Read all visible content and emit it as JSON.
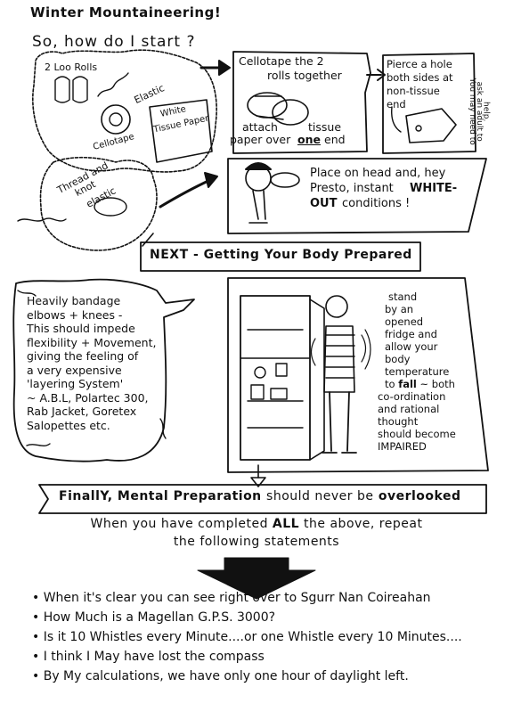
{
  "title": "Winter Mountaineering!",
  "question": "So, how do I start ?",
  "step1": {
    "lines": [
      "2 Loo Rolls",
      "Elastic",
      "Cellotape",
      "White",
      "Tissue Paper"
    ]
  },
  "step2": {
    "lines": [
      "Cellotape the 2",
      "rolls together",
      "attach",
      "tissue",
      "paper over",
      "one",
      "end"
    ]
  },
  "step3": {
    "lines": [
      "Pierce a hole",
      "both sides at",
      "non-tissue",
      "end"
    ],
    "side_note": [
      "You may need to",
      "ask an adult to",
      "help."
    ]
  },
  "step4": {
    "lines": [
      "Thread and",
      "knot",
      "elastic"
    ]
  },
  "step5": {
    "lines": [
      "Place on head and, hey",
      "Presto, instant",
      "WHITE-",
      "OUT",
      "conditions !"
    ]
  },
  "next": "NEXT - Getting Your Body Prepared",
  "body_prep": {
    "lines": [
      "Heavily bandage",
      "elbows + knees -",
      "This should impede",
      "flexibility + Movement,",
      "giving the feeling of",
      "a very expensive",
      "'layering System'",
      "~ A.B.L, Polartec 300,",
      "Rab Jacket, Goretex",
      "Salopettes etc."
    ]
  },
  "fridge": {
    "lines": [
      "stand",
      "by an",
      "opened",
      "fridge and",
      "allow your",
      "body",
      "temperature",
      "to",
      "fall",
      "~ both",
      "co-ordination",
      "and rational",
      "thought",
      "should become",
      "IMPAIRED"
    ]
  },
  "finally": {
    "parts": [
      "FinallY, Mental Preparation",
      "should never be",
      "overlooked"
    ]
  },
  "when": {
    "lines": [
      "When you have completed",
      "ALL",
      "the above, repeat",
      "the following statements"
    ]
  },
  "statements": [
    "When it's clear you can see right over to Sgurr Nan Coireahan",
    "How Much is a Magellan G.P.S. 3000?",
    "Is it 10 Whistles every Minute....or one Whistle every 10 Minutes....",
    "I think I May have lost the compass",
    "By My calculations, we have only one hour of daylight left."
  ]
}
